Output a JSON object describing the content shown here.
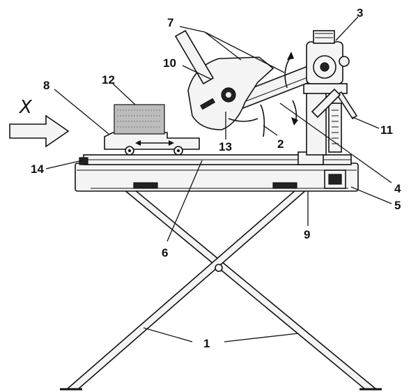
{
  "diagram": {
    "direction_label": "X",
    "callouts": [
      "1",
      "2",
      "3",
      "4",
      "5",
      "6",
      "7",
      "8",
      "9",
      "10",
      "11",
      "12",
      "13",
      "14"
    ]
  },
  "colors": {
    "line": "#111111",
    "paper": "#ffffff",
    "fill": "#f4f4f4",
    "shade": "#bdbdbd"
  }
}
